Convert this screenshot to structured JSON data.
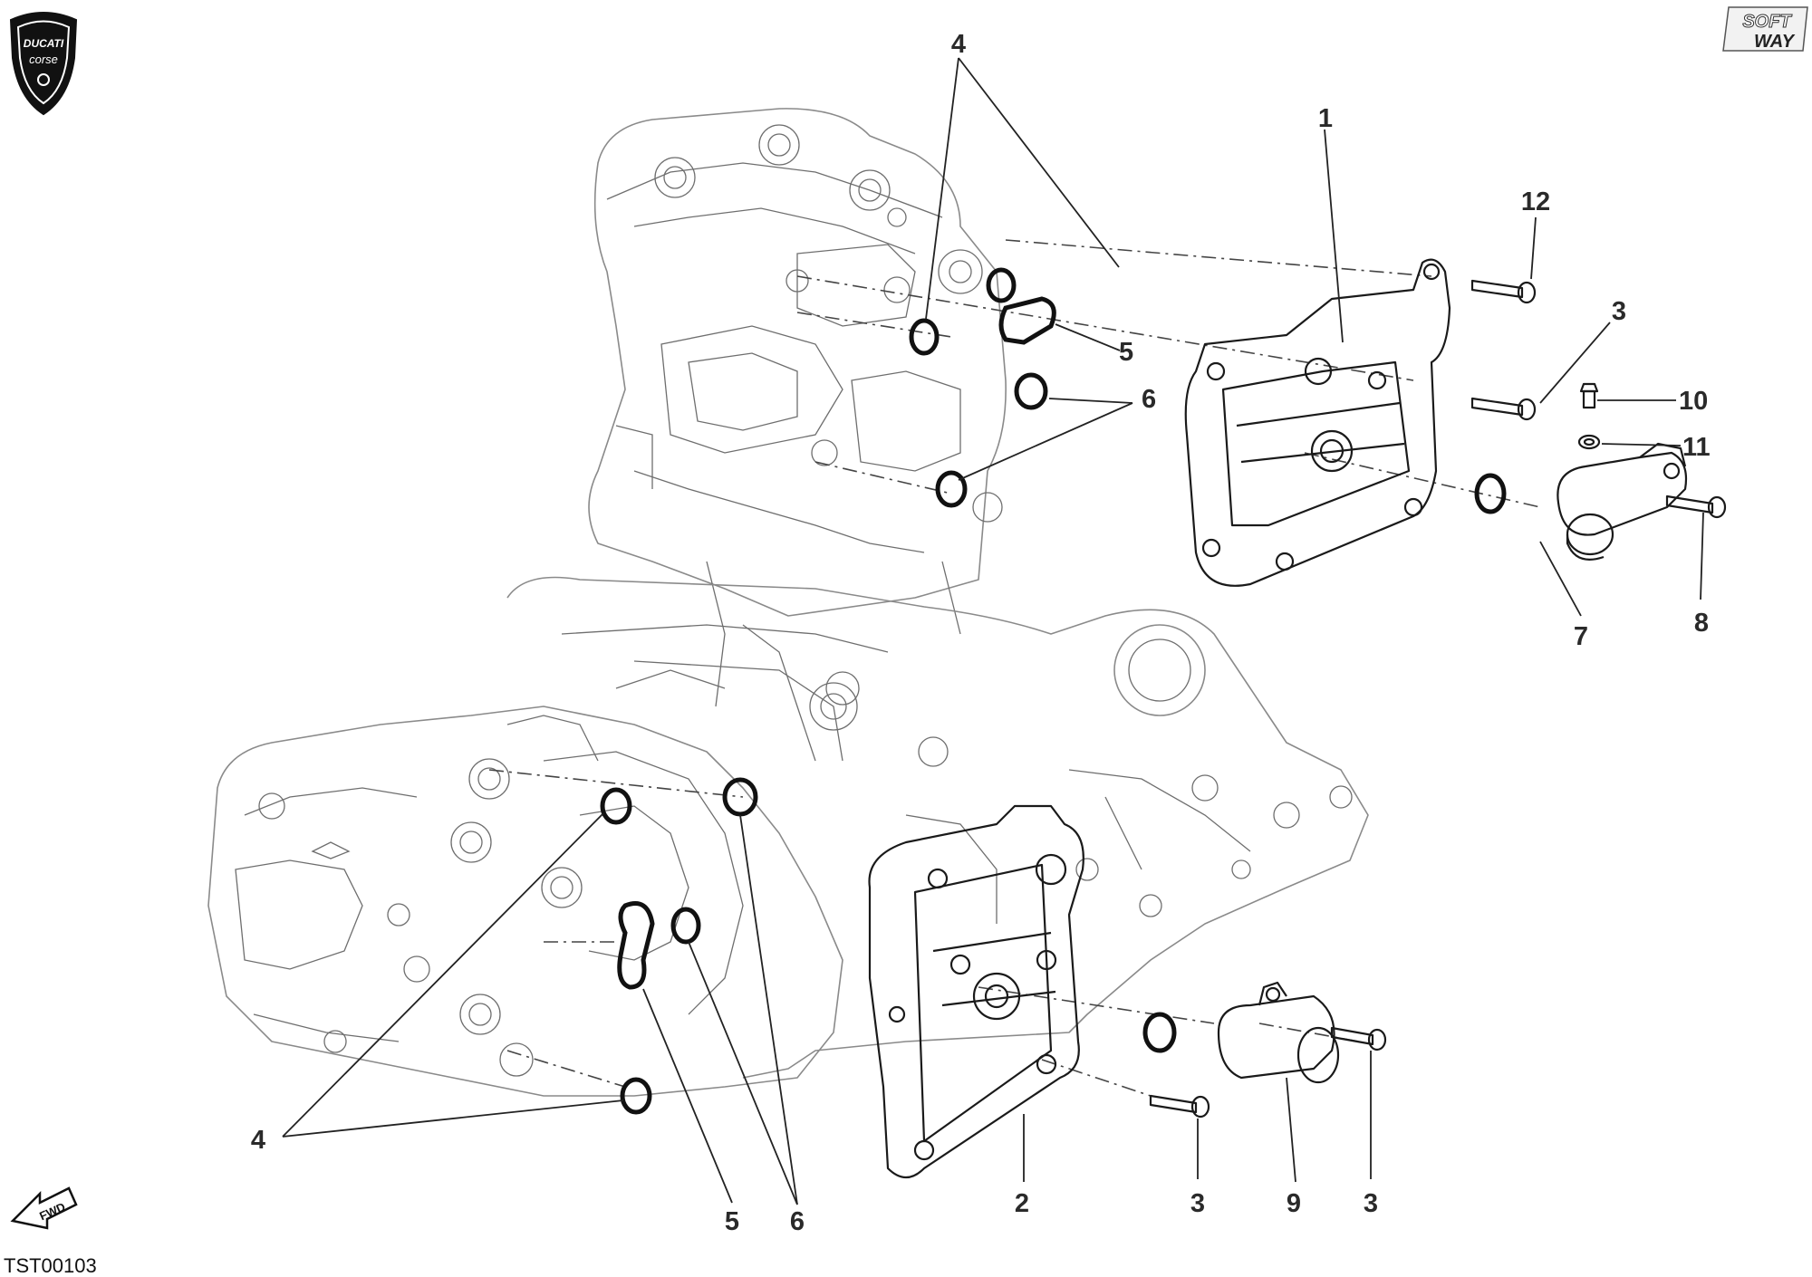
{
  "drawing_code": "TST00103",
  "brand": {
    "logo_text": "DUCATI corse",
    "partner_logo_text": "SOFT WAY"
  },
  "fwd_label": "FWD",
  "callouts": {
    "c1": "1",
    "c2": "2",
    "c3a": "3",
    "c3b": "3",
    "c3c": "3",
    "c4a": "4",
    "c4b": "4",
    "c5a": "5",
    "c5b": "5",
    "c6a": "6",
    "c6b": "6",
    "c7": "7",
    "c8": "8",
    "c9": "9",
    "c10": "10",
    "c11": "11",
    "c12": "12"
  }
}
